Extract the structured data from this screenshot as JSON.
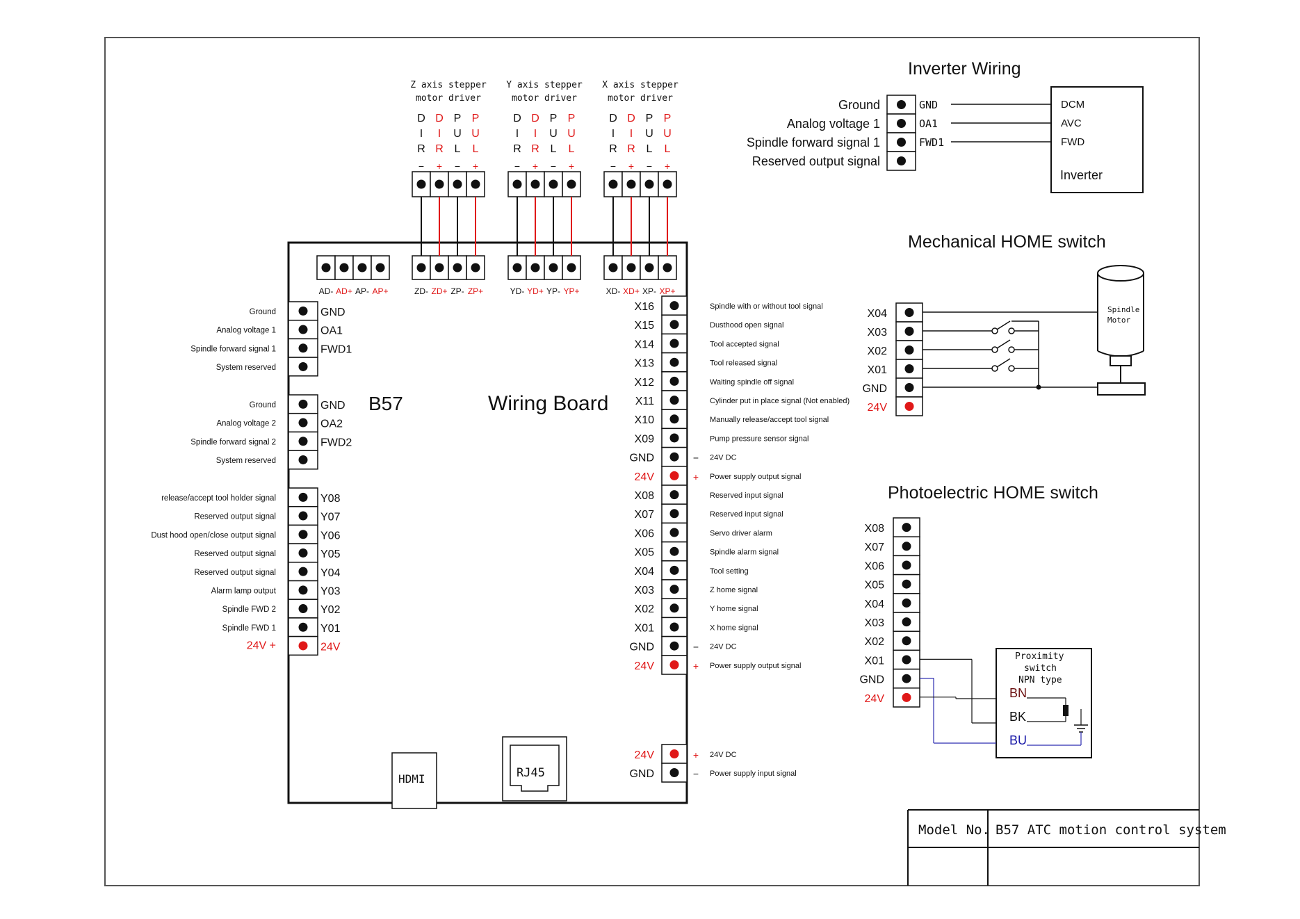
{
  "colors": {
    "line": "#111111",
    "red": "#e01818",
    "blue": "#2a2ab0",
    "dark_red": "#6a0f0f",
    "terminal": "#111111"
  },
  "title_block": {
    "model_label": "Model No.",
    "model_value": "B57 ATC motion control system"
  },
  "board": {
    "name": "B57",
    "title": "Wiring Board",
    "hdmi": "HDMI",
    "rj45": "RJ45"
  },
  "top_connectors": [
    {
      "labels": [
        "AD-",
        "AD+",
        "AP-",
        "AP+"
      ]
    },
    {
      "labels": [
        "ZD-",
        "ZD+",
        "ZP-",
        "ZP+"
      ]
    },
    {
      "labels": [
        "YD-",
        "YD+",
        "YP-",
        "YP+"
      ]
    },
    {
      "labels": [
        "XD-",
        "XD+",
        "XP-",
        "XP+"
      ]
    }
  ],
  "drivers": [
    {
      "title_line1": "Z axis stepper",
      "title_line2": "motor driver"
    },
    {
      "title_line1": "Y axis stepper",
      "title_line2": "motor driver"
    },
    {
      "title_line1": "X axis stepper",
      "title_line2": "motor driver"
    }
  ],
  "driver_pins": [
    {
      "letters": [
        "D",
        "I",
        "R"
      ],
      "sign": "−",
      "red": false
    },
    {
      "letters": [
        "D",
        "I",
        "R"
      ],
      "sign": "+",
      "red": true
    },
    {
      "letters": [
        "P",
        "U",
        "L"
      ],
      "sign": "−",
      "red": false
    },
    {
      "letters": [
        "P",
        "U",
        "L"
      ],
      "sign": "+",
      "red": true
    }
  ],
  "left_groups": [
    {
      "rows": [
        {
          "desc": "Ground",
          "pin": "GND"
        },
        {
          "desc": "Analog voltage 1",
          "pin": "OA1"
        },
        {
          "desc": "Spindle forward signal 1",
          "pin": "FWD1"
        },
        {
          "desc": "System reserved",
          "pin": ""
        }
      ]
    },
    {
      "rows": [
        {
          "desc": "Ground",
          "pin": "GND"
        },
        {
          "desc": "Analog voltage 2",
          "pin": "OA2"
        },
        {
          "desc": "Spindle forward signal 2",
          "pin": "FWD2"
        },
        {
          "desc": "System reserved",
          "pin": ""
        }
      ]
    },
    {
      "rows": [
        {
          "desc": "release/accept tool holder signal",
          "pin": "Y08"
        },
        {
          "desc": "Reserved output signal",
          "pin": "Y07"
        },
        {
          "desc": "Dust hood open/close output signal",
          "pin": "Y06"
        },
        {
          "desc": "Reserved output signal",
          "pin": "Y05"
        },
        {
          "desc": "Reserved output signal",
          "pin": "Y04"
        },
        {
          "desc": "Alarm lamp output",
          "pin": "Y03"
        },
        {
          "desc": "Spindle FWD 2",
          "pin": "Y02"
        },
        {
          "desc": "Spindle FWD 1",
          "pin": "Y01"
        },
        {
          "desc": "24V  +",
          "pin": "24V",
          "red": true
        }
      ]
    }
  ],
  "right_terminals": [
    {
      "pin": "X16",
      "sign": "",
      "desc": "Spindle with or without tool signal"
    },
    {
      "pin": "X15",
      "sign": "",
      "desc": "Dusthood open signal"
    },
    {
      "pin": "X14",
      "sign": "",
      "desc": "Tool accepted signal"
    },
    {
      "pin": "X13",
      "sign": "",
      "desc": "Tool released signal"
    },
    {
      "pin": "X12",
      "sign": "",
      "desc": "Waiting spindle off signal"
    },
    {
      "pin": "X11",
      "sign": "",
      "desc": "Cylinder put in place signal (Not enabled)"
    },
    {
      "pin": "X10",
      "sign": "",
      "desc": "Manually release/accept tool signal"
    },
    {
      "pin": "X09",
      "sign": "",
      "desc": "Pump pressure sensor signal"
    },
    {
      "pin": "GND",
      "sign": "−",
      "desc": "24V DC"
    },
    {
      "pin": "24V",
      "sign": "+",
      "desc": "Power supply output signal",
      "red": true
    },
    {
      "pin": "X08",
      "sign": "",
      "desc": "Reserved input signal"
    },
    {
      "pin": "X07",
      "sign": "",
      "desc": "Reserved input signal"
    },
    {
      "pin": "X06",
      "sign": "",
      "desc": "Servo driver alarm"
    },
    {
      "pin": "X05",
      "sign": "",
      "desc": "Spindle alarm signal"
    },
    {
      "pin": "X04",
      "sign": "",
      "desc": "Tool setting"
    },
    {
      "pin": "X03",
      "sign": "",
      "desc": "Z home signal"
    },
    {
      "pin": "X02",
      "sign": "",
      "desc": "Y home signal"
    },
    {
      "pin": "X01",
      "sign": "",
      "desc": "X home signal"
    },
    {
      "pin": "GND",
      "sign": "−",
      "desc": "24V DC"
    },
    {
      "pin": "24V",
      "sign": "+",
      "desc": "Power supply output signal",
      "red": true
    }
  ],
  "power_input": [
    {
      "pin": "24V",
      "sign": "+",
      "desc": "24V DC",
      "red": true
    },
    {
      "pin": "GND",
      "sign": "−",
      "desc": "Power supply input signal"
    }
  ],
  "inverter": {
    "title": "Inverter Wiring",
    "rows": [
      {
        "desc": "Ground",
        "pin": "GND",
        "dev": "DCM"
      },
      {
        "desc": "Analog voltage 1",
        "pin": "OA1",
        "dev": "AVC"
      },
      {
        "desc": "Spindle forward signal 1",
        "pin": "FWD1",
        "dev": "FWD"
      },
      {
        "desc": "Reserved output signal",
        "pin": "",
        "dev": ""
      }
    ],
    "device_name": "Inverter"
  },
  "mech_home": {
    "title": "Mechanical HOME switch",
    "pins": [
      {
        "pin": "X04"
      },
      {
        "pin": "X03"
      },
      {
        "pin": "X02"
      },
      {
        "pin": "X01"
      },
      {
        "pin": "GND"
      },
      {
        "pin": "24V",
        "red": true
      }
    ],
    "motor_line1": "Spindle",
    "motor_line2": "Motor"
  },
  "photo_home": {
    "title": "Photoelectric HOME switch",
    "pins": [
      {
        "pin": "X08"
      },
      {
        "pin": "X07"
      },
      {
        "pin": "X06"
      },
      {
        "pin": "X05"
      },
      {
        "pin": "X04"
      },
      {
        "pin": "X03"
      },
      {
        "pin": "X02"
      },
      {
        "pin": "X01"
      },
      {
        "pin": "GND"
      },
      {
        "pin": "24V",
        "red": true
      }
    ],
    "sensor_line1": "Proximity",
    "sensor_line2": "switch",
    "sensor_line3": "NPN type",
    "wires": [
      {
        "name": "BN",
        "color": "dark_red"
      },
      {
        "name": "BK",
        "color": "black"
      },
      {
        "name": "BU",
        "color": "blue"
      }
    ]
  }
}
